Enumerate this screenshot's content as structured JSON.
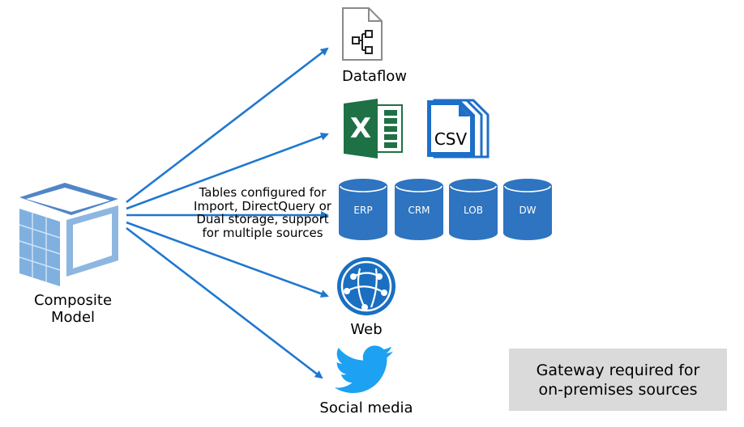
{
  "composite": {
    "label_line1": "Composite",
    "label_line2": "Model"
  },
  "note": {
    "line1": "Tables configured for",
    "line2": "Import, DirectQuery or",
    "line3": "Dual storage, support",
    "line4": "for multiple sources"
  },
  "sources": {
    "dataflow": "Dataflow",
    "excel_letter": "X",
    "csv": "CSV",
    "databases": [
      "ERP",
      "CRM",
      "LOB",
      "DW"
    ],
    "web": "Web",
    "social": "Social media"
  },
  "gateway": {
    "line1": "Gateway required for",
    "line2": "on-premises sources"
  },
  "colors": {
    "arrow": "#1f77d0",
    "db": "#2e74c0",
    "excel": "#1e7145",
    "csv": "#1e6fc8",
    "web": "#1a6fc1",
    "twitter": "#1da1f2",
    "gateway_bg": "#dadada"
  }
}
